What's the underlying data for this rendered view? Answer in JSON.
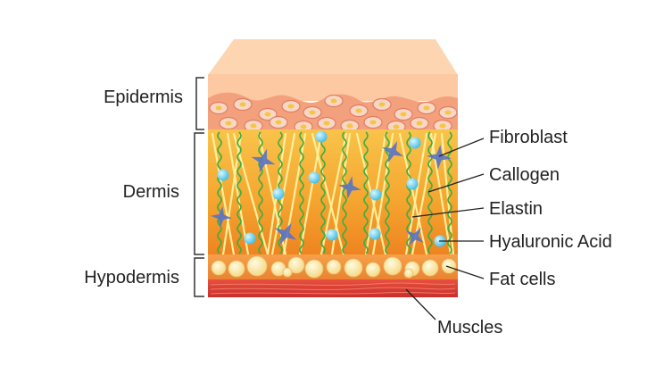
{
  "layers": {
    "epidermis": "Epidermis",
    "dermis": "Dermis",
    "hypodermis": "Hypodermis"
  },
  "components": {
    "fibroblast": "Fibroblast",
    "collagen": "Callogen",
    "elastin": "Elastin",
    "hyaluronic_acid": "Hyaluronic Acid",
    "fat_cells": "Fat cells",
    "muscles": "Muscles"
  },
  "colors": {
    "skin_top": "#fdd5b1",
    "epidermis_band": "#f2a07e",
    "dermis_top": "#f7c14a",
    "dermis_bottom": "#f08a22",
    "collagen": "#fff3a0",
    "elastin": "#3fae3f",
    "fibroblast": "#5673c7",
    "hyaluronic_acid": "#6ed3ee",
    "fat": "#fbe7a2",
    "muscle": "#d9403a"
  }
}
